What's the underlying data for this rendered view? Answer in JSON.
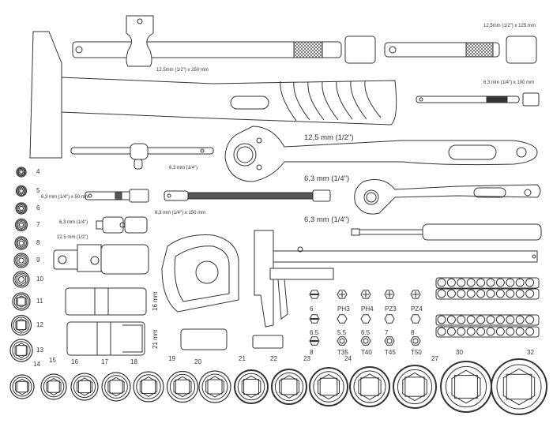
{
  "labels": {
    "ext_250": "12,5mm (1/2\") x 250 mm",
    "ext_125": "12,5mm (1/2\") x 125 mm",
    "ext_100": "6,3 mm (1/4\") x 100 mm",
    "ext_50": "6,3 mm (1/4\") x 50 mm",
    "flex_150": "6,3 mm (1/4\") x 150 mm",
    "t_handle": "6,3 mm (1/4\")",
    "ratchet_half": "12,5 mm (1/2\")",
    "ratchet_quarter": "6,3 mm (1/4\")",
    "screwdriver": "6,3 mm (1/4\")",
    "ujoint_quarter": "6,3 mm (1/4\")",
    "ujoint_half": "12.5 mm (1/2\")",
    "spark_16": "16 mm",
    "spark_21": "21 mm"
  },
  "left_sockets": [
    "4",
    "5",
    "6",
    "7",
    "8",
    "9",
    "10",
    "11",
    "12",
    "13"
  ],
  "bottom_sockets": [
    "14",
    "15",
    "16",
    "17",
    "18",
    "19",
    "20",
    "21",
    "22",
    "23",
    "24",
    "27",
    "30",
    "32"
  ],
  "bits_row1": [
    "6",
    "PH3",
    "PH4",
    "PZ3",
    "PZ4"
  ],
  "bits_row2": [
    "6.5",
    "5.5",
    "6.5",
    "7",
    "8"
  ],
  "bits_row3": [
    "8",
    "T35",
    "T40",
    "T45",
    "T50"
  ]
}
